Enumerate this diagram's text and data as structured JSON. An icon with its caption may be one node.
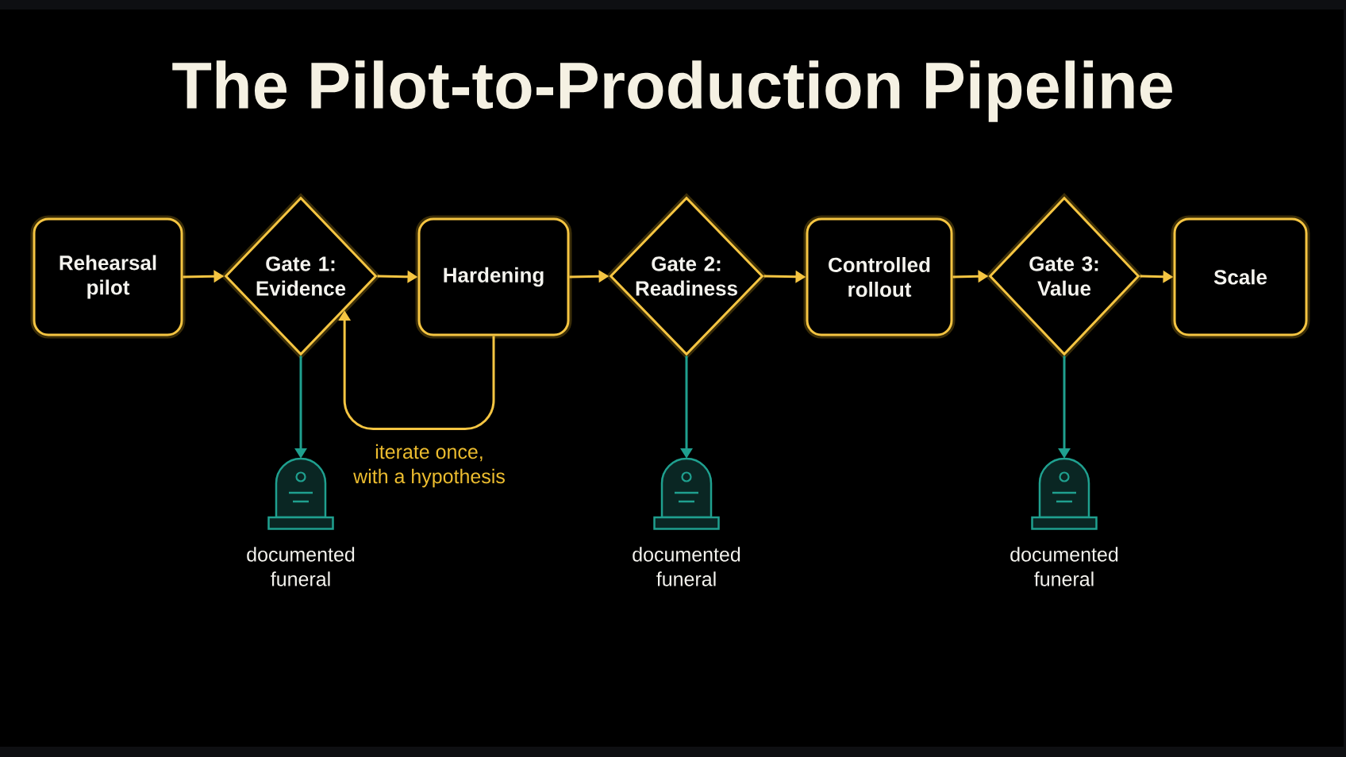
{
  "diagram": {
    "title": "The Pilot-to-Production Pipeline",
    "nodes": [
      {
        "text": [
          "Rehearsal pilot"
        ]
      },
      {
        "text": [
          "Gate 1: Evidence"
        ]
      },
      {
        "text": [
          "Hardening"
        ]
      },
      {
        "text": [
          "Gate 2: Readiness"
        ]
      },
      {
        "text": [
          "Controlled rollout"
        ]
      },
      {
        "text": [
          "Gate 3: Value"
        ]
      },
      {
        "text": [
          "Scale"
        ]
      },
      {
        "text": [],
        "shape": "picture",
        "beside": [
          "documented funeral"
        ]
      },
      {
        "text": [],
        "shape": "picture",
        "beside": [
          "documented funeral"
        ]
      },
      {
        "text": [],
        "shape": "picture",
        "beside": [
          "documented funeral"
        ]
      }
    ],
    "edges": [
      {
        "from": 0,
        "to": 1,
        "arrow": "to"
      },
      {
        "from": 1,
        "to": 2,
        "arrow": "to"
      },
      {
        "from": 2,
        "to": 3,
        "arrow": "to"
      },
      {
        "from": 3,
        "to": 4,
        "arrow": "to"
      },
      {
        "from": 4,
        "to": 5,
        "arrow": "to"
      },
      {
        "from": 5,
        "to": 6,
        "arrow": "to"
      },
      {
        "from": 2,
        "to": 1,
        "arrow": "to",
        "label": "iterate once, with a hypothesis"
      },
      {
        "from": 1,
        "to": 7,
        "arrow": "to",
        "color": "#1fa08f"
      },
      {
        "from": 3,
        "to": 8,
        "arrow": "to",
        "color": "#1fa08f"
      },
      {
        "from": 5,
        "to": 9,
        "arrow": "to",
        "color": "#1fa08f"
      }
    ]
  }
}
